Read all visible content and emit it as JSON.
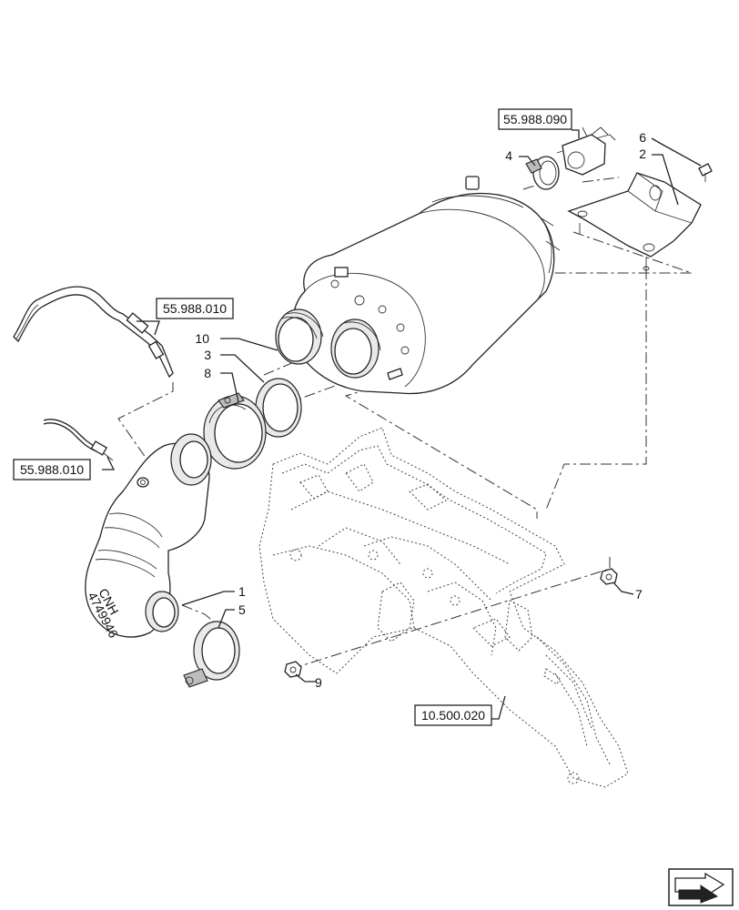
{
  "references": {
    "sensor_top": "55.988.090",
    "sensor_left_upper": "55.988.010",
    "sensor_left_lower": "55.988.010",
    "frame": "10.500.020"
  },
  "callouts": {
    "p1": "1",
    "p2": "2",
    "p3": "3",
    "p4": "4",
    "p5": "5",
    "p6": "6",
    "p7": "7",
    "p8": "8",
    "p9": "9",
    "p10": "10"
  },
  "pipe_text": {
    "brand": "CNH",
    "code": "4749946"
  },
  "icons": {
    "nav": "next-page-arrow-icon"
  }
}
